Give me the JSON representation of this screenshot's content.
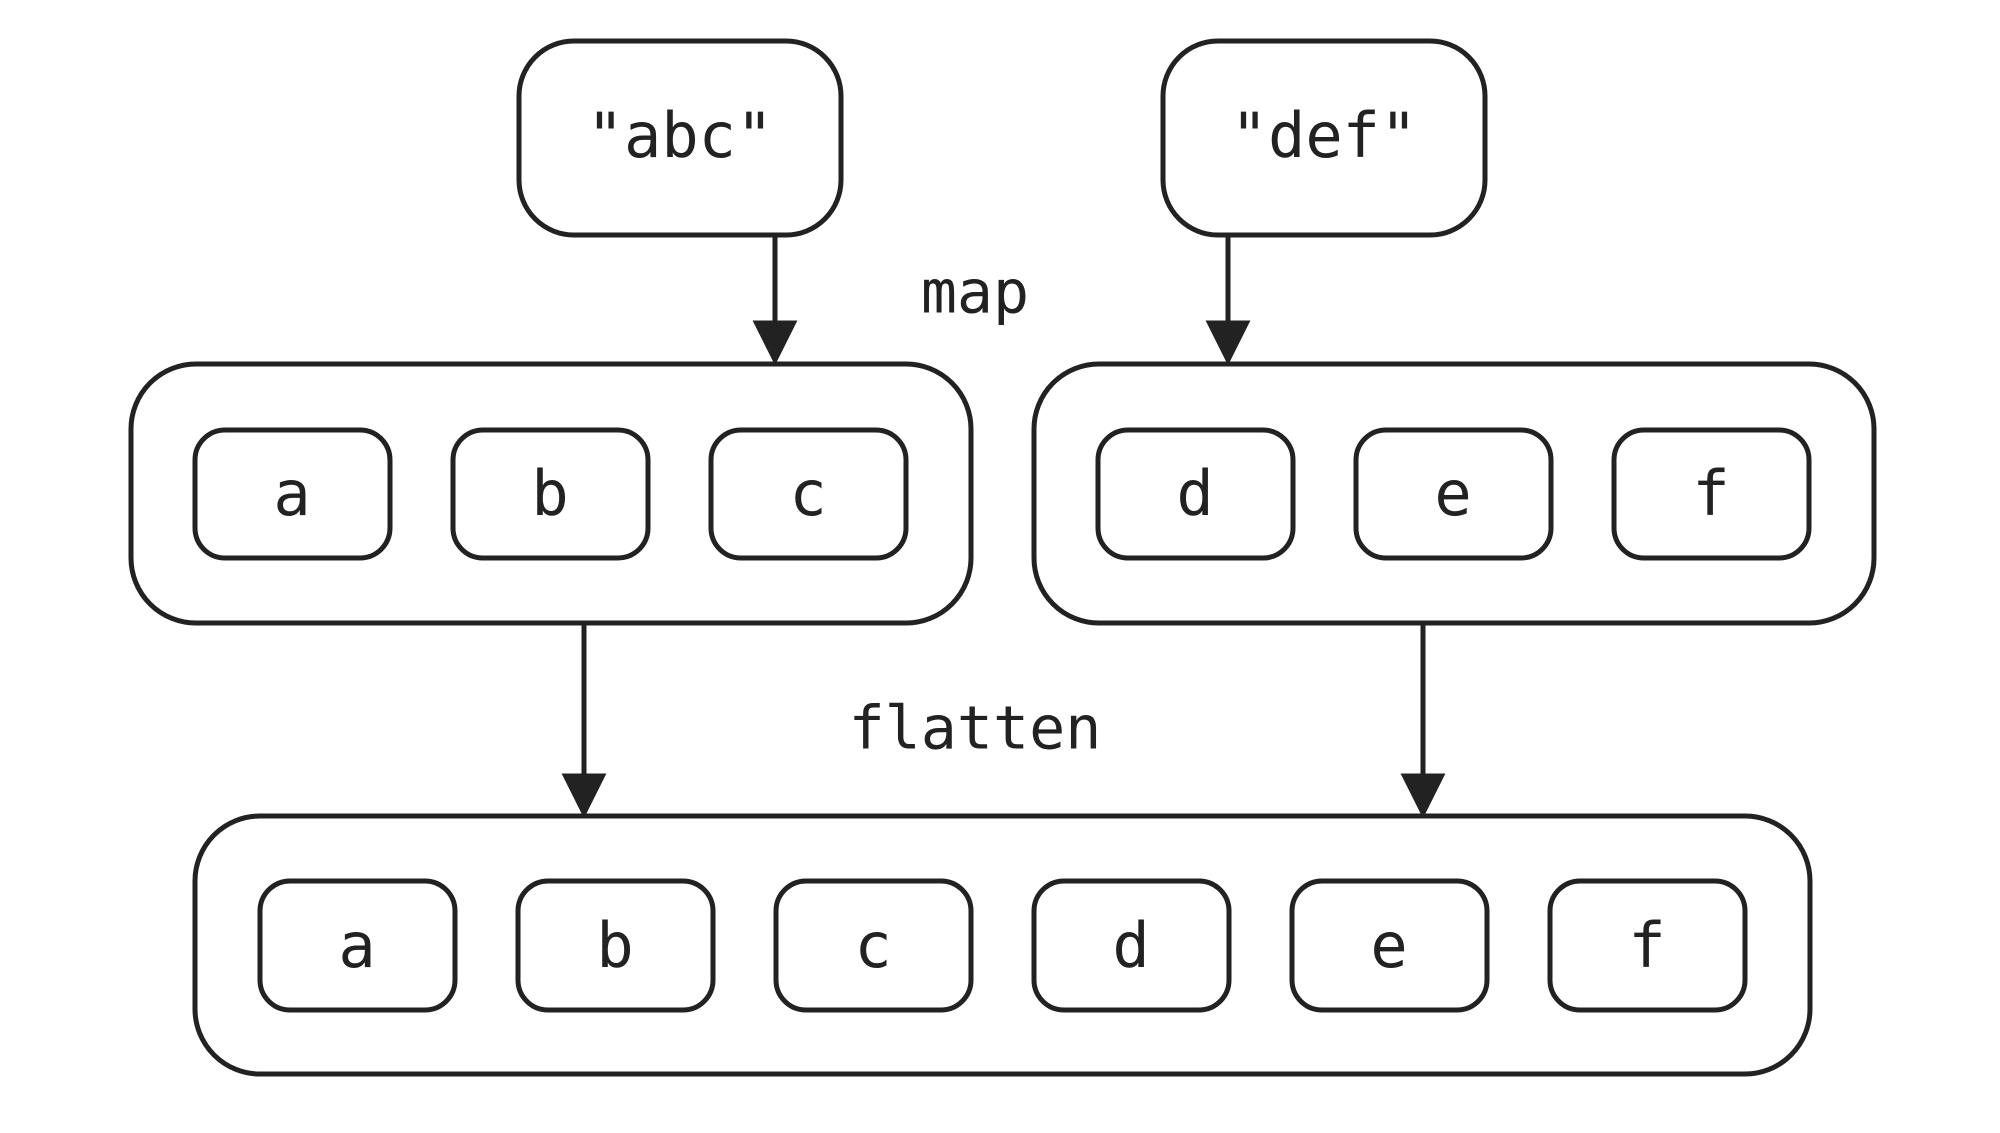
{
  "sources": [
    "\"abc\"",
    "\"def\""
  ],
  "mapped": [
    [
      "a",
      "b",
      "c"
    ],
    [
      "d",
      "e",
      "f"
    ]
  ],
  "flattened": [
    "a",
    "b",
    "c",
    "d",
    "e",
    "f"
  ],
  "labels": {
    "map": "map",
    "flatten": "flatten"
  },
  "colors": {
    "stroke": "#222222",
    "background": "#ffffff"
  }
}
